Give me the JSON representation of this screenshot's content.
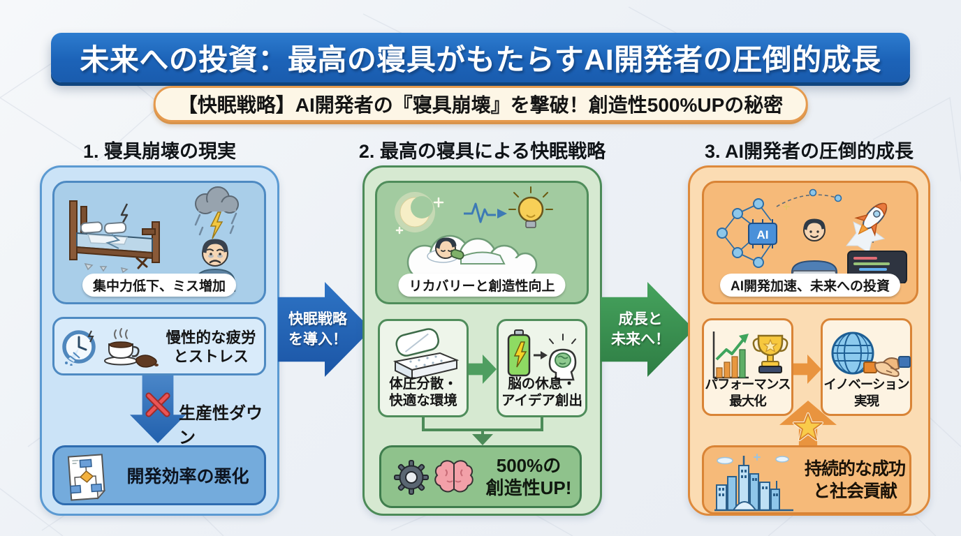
{
  "banner": {
    "title": "未来への投資：最高の寝具がもたらすAI開発者の圧倒的成長",
    "subtitle": "【快眠戦略】AI開発者の『寝具崩壊』を撃破！創造性500%UPの秘密"
  },
  "panels": {
    "problem": {
      "header": "1. 寝具崩壊の現実",
      "illustration_caption": "集中力低下、ミス増加",
      "fatigue_line1": "慢性的な疲労",
      "fatigue_line2": "とストレス",
      "productivity_label": "生産性ダウン",
      "outcome_label": "開発効率の悪化",
      "icons": [
        "broken-bed-icon",
        "storm-cloud-icon",
        "tired-developer-icon",
        "broken-clock-icon",
        "coffee-spill-icon",
        "red-x-icon",
        "flowchart-document-icon"
      ]
    },
    "strategy": {
      "header": "2. 最高の寝具による快眠戦略",
      "illustration_caption": "リカバリーと創造性向上",
      "mattress_line1": "体圧分散・",
      "mattress_line2": "快適な環境",
      "brain_line1": "脳の休息・",
      "brain_line2": "アイデア創出",
      "result_line1": "500%の",
      "result_line2": "創造性UP!",
      "icons": [
        "moon-icon",
        "sleeping-person-cloud-icon",
        "brainwave-icon",
        "lightbulb-icon",
        "pillow-mattress-icon",
        "battery-brain-icon",
        "gear-icon",
        "pink-brain-icon"
      ]
    },
    "growth": {
      "header": "3. AI開発者の圧倒的成長",
      "illustration_caption": "AI開発加速、未来への投資",
      "chip_label": "AI",
      "performance_line1": "パフォーマンス",
      "performance_line2": "最大化",
      "innovation_line1": "イノベーション",
      "innovation_line2": "実現",
      "success_line1": "持続的な成功",
      "success_line2": "と社会貢献",
      "icons": [
        "ai-network-icon",
        "ai-chip-icon",
        "developer-laptop-icon",
        "rocket-icon",
        "code-window-icon",
        "growth-chart-icon",
        "trophy-icon",
        "globe-icon",
        "handshake-icon",
        "star-icon",
        "city-skyline-icon"
      ]
    }
  },
  "arrows": {
    "adopt_line1": "快眠戦略",
    "adopt_line2": "を導入！",
    "future_line1": "成長と",
    "future_line2": "未来へ！"
  },
  "colors": {
    "title_banner": "#1c63b8",
    "subtitle_bg": "#fdf6e6",
    "subtitle_border": "#e59a4e",
    "problem_panel": "#cbe3f7",
    "problem_border": "#5b9ad2",
    "strategy_panel": "#d6e9d1",
    "strategy_border": "#4c8b58",
    "growth_panel": "#fbdcb3",
    "growth_border": "#de8a3c",
    "adopt_arrow": "#1b55a5",
    "future_arrow": "#2e7d44",
    "red_x": "#ea5455",
    "star": "#f9cb4a"
  }
}
